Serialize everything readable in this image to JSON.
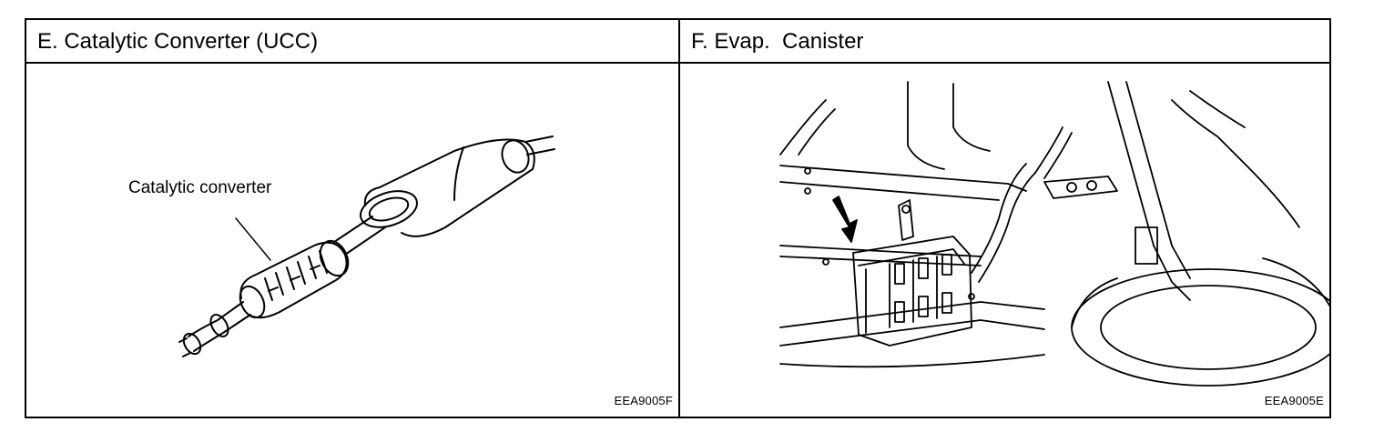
{
  "panels": [
    {
      "title": "E. Catalytic Converter (UCC)",
      "callout": "Catalytic converter",
      "figure_code": "EEA9005F",
      "icon": "catalytic-converter-illustration"
    },
    {
      "title": "F. Evap.  Canister",
      "figure_code": "EEA9005E",
      "icon": "evap-canister-illustration"
    }
  ]
}
